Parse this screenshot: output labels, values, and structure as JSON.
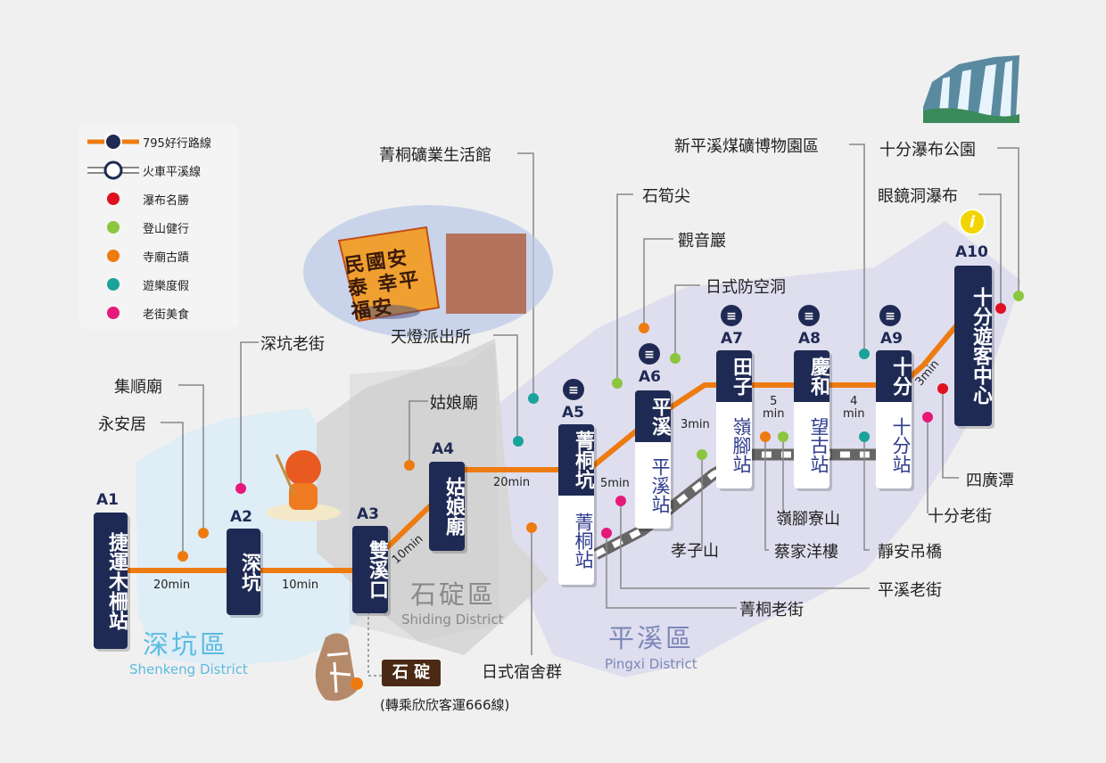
{
  "legend": [
    {
      "label": "795好行路線",
      "kind": "bus",
      "color": "#ee7b10"
    },
    {
      "label": "火車平溪線",
      "kind": "rail",
      "color": "#ffffff"
    },
    {
      "label": "瀑布名勝",
      "kind": "dot",
      "color": "#e01020"
    },
    {
      "label": "登山健行",
      "kind": "dot",
      "color": "#8cc63f"
    },
    {
      "label": "寺廟古蹟",
      "kind": "dot",
      "color": "#ee7b10"
    },
    {
      "label": "遊樂度假",
      "kind": "dot",
      "color": "#1aa39a"
    },
    {
      "label": "老街美食",
      "kind": "dot",
      "color": "#e6197b"
    }
  ],
  "districts": {
    "shenkeng": {
      "zh": "深坑區",
      "en": "Shenkeng District",
      "color": "#5bbbe0"
    },
    "shiding": {
      "zh": "石碇區",
      "en": "Shiding District",
      "color": "#8a8a8a"
    },
    "pingxi": {
      "zh": "平溪區",
      "en": "Pingxi District",
      "color": "#7d87b8"
    }
  },
  "stations": {
    "a1": {
      "code": "A1",
      "name": "捷運木柵站"
    },
    "a2": {
      "code": "A2",
      "name": "深坑"
    },
    "a3": {
      "code": "A3",
      "name": "雙溪口"
    },
    "a4": {
      "code": "A4",
      "name": "姑娘廟"
    },
    "a5": {
      "code": "A5",
      "name": "菁桐坑",
      "rail": "菁桐站"
    },
    "a6": {
      "code": "A6",
      "name": "平溪",
      "rail": "平溪站"
    },
    "a7": {
      "code": "A7",
      "name": "田子",
      "rail": "嶺腳站"
    },
    "a8": {
      "code": "A8",
      "name": "慶和",
      "rail": "望古站"
    },
    "a9": {
      "code": "A9",
      "name": "十分",
      "rail": "十分站"
    },
    "a10": {
      "code": "A10",
      "name": "十分遊客中心"
    }
  },
  "times": {
    "t12": "20min",
    "t23": "10min",
    "t34": "10min",
    "t45": "20min",
    "t56": "5min",
    "t67": "3min",
    "t78_num": "5",
    "t78_unit": "min",
    "t89_num": "4",
    "t89_unit": "min",
    "t910": "3min"
  },
  "attractions": {
    "jishun": "集順廟",
    "yongan": "永安居",
    "shenkeng_street": "深坑老街",
    "guniang": "姑娘廟",
    "tiandeng": "天燈派出所",
    "jingtong_mine": "菁桐礦業生活館",
    "japanese_dorms": "日式宿舍群",
    "jingtong_street": "菁桐老街",
    "pingxi_street": "平溪老街",
    "shisun": "石筍尖",
    "guanyin": "觀音巖",
    "airraid": "日式防空洞",
    "xiaozi": "孝子山",
    "lingjiao_liao": "嶺腳寮山",
    "cai_house": "蔡家洋樓",
    "jingan": "靜安吊橋",
    "coal_museum": "新平溪煤礦博物園區",
    "shifen_fall": "十分瀑布公園",
    "glasses_fall": "眼鏡洞瀑布",
    "sigwang": "四廣潭",
    "shifen_street": "十分老街"
  },
  "shiding_badge": "石 碇",
  "transfer_note": "(轉乘欣欣客運666線)",
  "lantern_text": "民國安泰 幸平福安"
}
